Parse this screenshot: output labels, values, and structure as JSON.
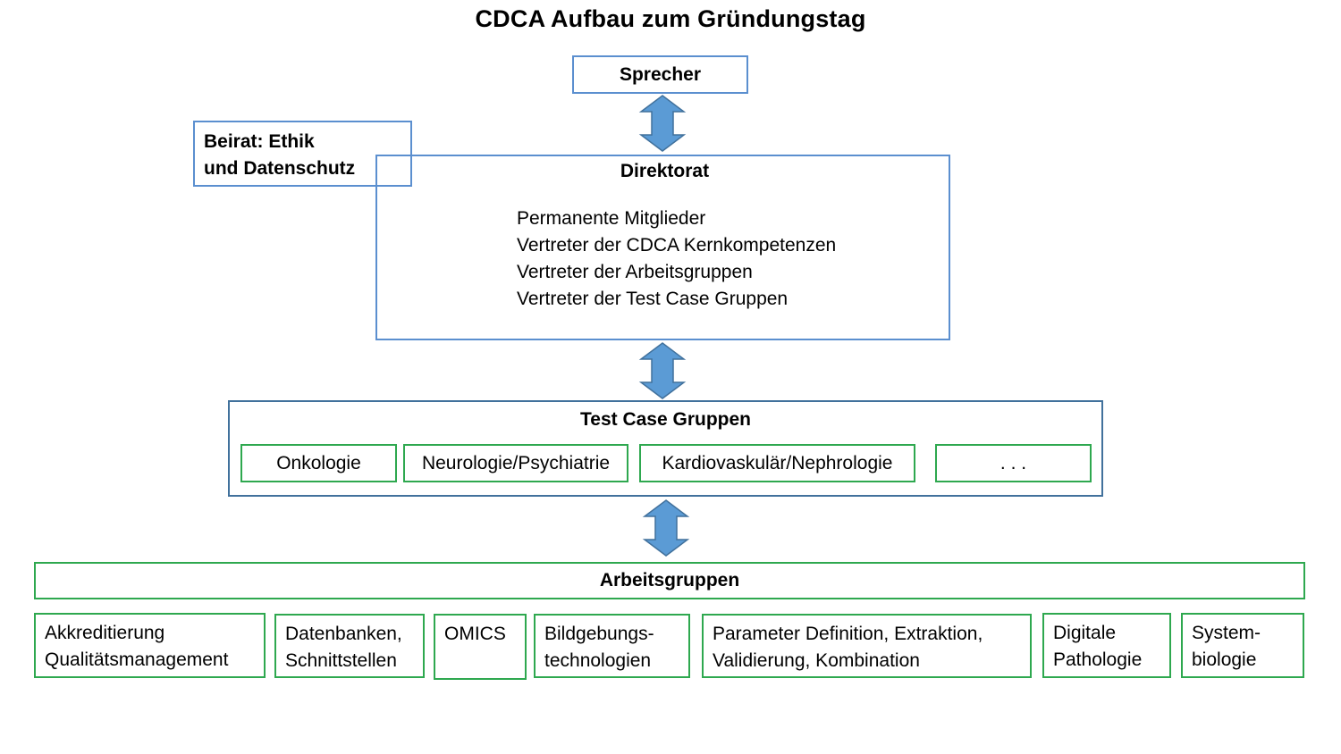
{
  "title": "CDCA Aufbau zum Gründungstag",
  "sprecher": "Sprecher",
  "beirat": {
    "line1": "Beirat: Ethik",
    "line2": "und Datenschutz"
  },
  "direktorat": {
    "heading": "Direktorat",
    "items": [
      "Permanente Mitglieder",
      "Vertreter der CDCA Kernkompetenzen",
      "Vertreter der Arbeitsgruppen",
      "Vertreter der Test Case Gruppen"
    ]
  },
  "test_case": {
    "heading": "Test Case Gruppen",
    "groups": [
      "Onkologie",
      "Neurologie/Psychiatrie",
      "Kardiovaskulär/Nephrologie",
      ". . ."
    ]
  },
  "arbeitsgruppen": {
    "heading": "Arbeitsgruppen",
    "groups": [
      {
        "line1": "Akkreditierung",
        "line2": "Qualitätsmanagement"
      },
      {
        "line1": "Datenbanken,",
        "line2": "Schnittstellen"
      },
      {
        "line1": "OMICS",
        "line2": ""
      },
      {
        "line1": "Bildgebungs-",
        "line2": "technologien"
      },
      {
        "line1": "Parameter Definition, Extraktion,",
        "line2": "Validierung, Kombination"
      },
      {
        "line1": "Digitale",
        "line2": "Pathologie"
      },
      {
        "line1": "System-",
        "line2": "biologie"
      }
    ]
  },
  "colors": {
    "blue_border": "#5b8fcf",
    "blue_dark_border": "#41719c",
    "green_border": "#2ea84f",
    "arrow_fill": "#5b9bd5",
    "arrow_stroke": "#41719c"
  }
}
